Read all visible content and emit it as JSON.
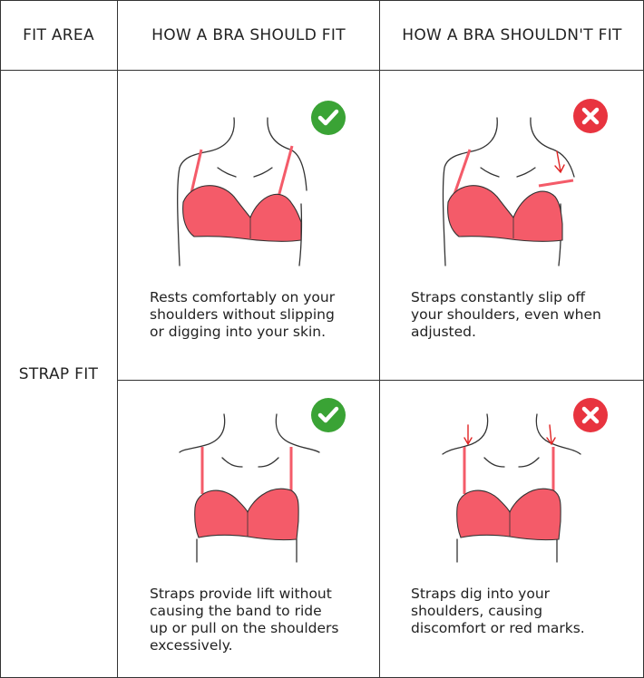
{
  "headers": {
    "fit_area": "FIT AREA",
    "should_fit": "HOW A BRA SHOULD FIT",
    "shouldnt_fit": "HOW A BRA SHOULDN'T FIT"
  },
  "row_label": "STRAP FIT",
  "cells": [
    {
      "status": "good",
      "icon": "check-icon",
      "caption": [
        "Rests comfortably on your",
        "shoulders without slipping",
        "or digging into your skin."
      ]
    },
    {
      "status": "bad",
      "icon": "cross-icon",
      "caption": [
        "Straps constantly slip off",
        "your shoulders, even when",
        "adjusted."
      ]
    },
    {
      "status": "good",
      "icon": "check-icon",
      "caption": [
        "Straps provide lift without",
        "causing the band to ride",
        "up or pull on the shoulders",
        "excessively."
      ]
    },
    {
      "status": "bad",
      "icon": "cross-icon",
      "caption": [
        "Straps dig into your",
        "shoulders, causing",
        "discomfort or red marks."
      ]
    }
  ],
  "colors": {
    "good": "#3aa335",
    "bad": "#e8343f",
    "bra": "#f45b69",
    "line": "#333333",
    "arrow": "#e02424"
  }
}
